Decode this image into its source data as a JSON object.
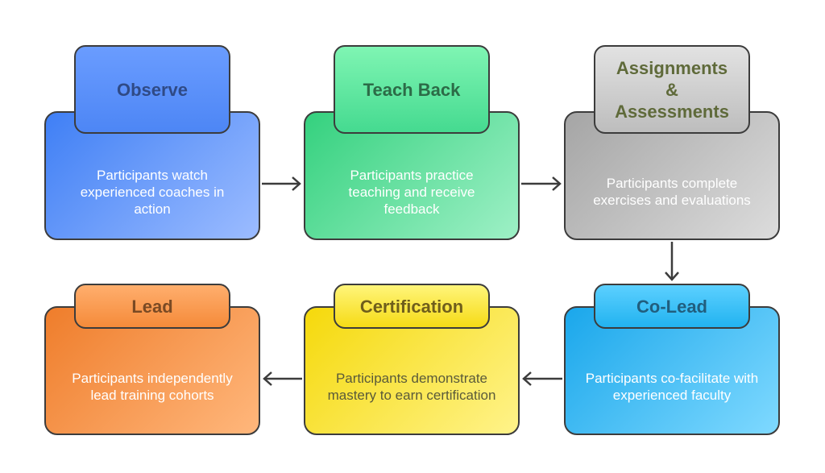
{
  "steps": [
    {
      "title": "Observe",
      "description": "Participants watch experienced coaches in action"
    },
    {
      "title": "Teach Back",
      "description": "Participants practice teaching and receive feedback"
    },
    {
      "title": "Assignments & Assessments",
      "description": "Participants complete exercises and evaluations"
    },
    {
      "title": "Co-Lead",
      "description": "Participants co-facilitate with experienced faculty"
    },
    {
      "title": "Certification",
      "description": "Participants demonstrate mastery to earn certification"
    },
    {
      "title": "Lead",
      "description": "Participants independently lead training cohorts"
    }
  ],
  "colors": {
    "observe": "#4d86f5",
    "teach_back": "#45da90",
    "assignments": "#bdbdbd",
    "co_lead": "#22b3f0",
    "certification": "#f6db16",
    "lead": "#f58b3a",
    "arrow": "#3c3c3c"
  },
  "arrows": [
    {
      "from": "Observe",
      "to": "Teach Back",
      "icon": "arrow-right-icon"
    },
    {
      "from": "Teach Back",
      "to": "Assignments & Assessments",
      "icon": "arrow-right-icon"
    },
    {
      "from": "Assignments & Assessments",
      "to": "Co-Lead",
      "icon": "arrow-down-icon"
    },
    {
      "from": "Co-Lead",
      "to": "Certification",
      "icon": "arrow-left-icon"
    },
    {
      "from": "Certification",
      "to": "Lead",
      "icon": "arrow-left-icon"
    }
  ]
}
